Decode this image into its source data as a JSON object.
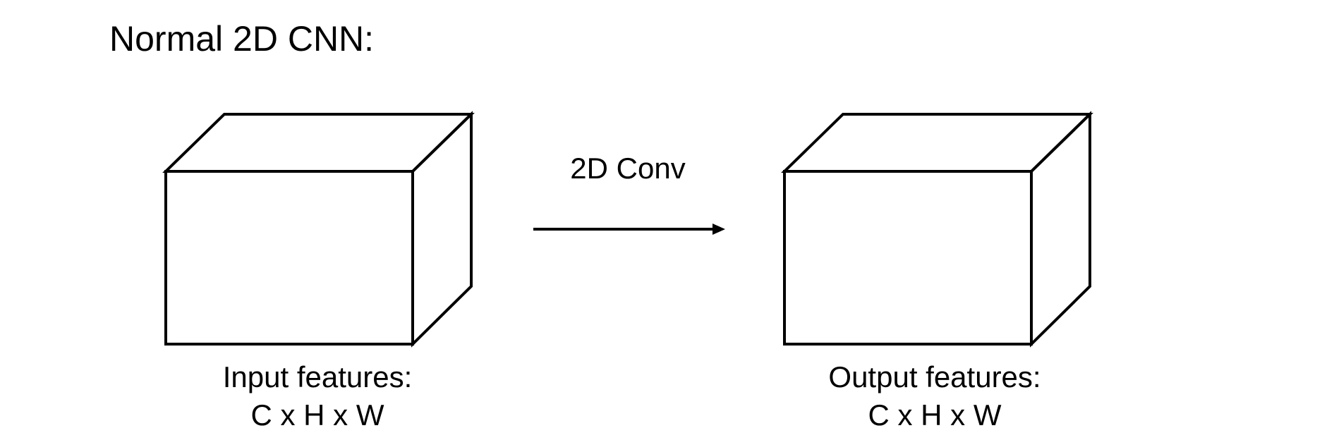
{
  "title": "Normal 2D CNN:",
  "arrow": {
    "label": "2D Conv",
    "direction": "right"
  },
  "nodes": {
    "input": {
      "line1": "Input features:",
      "line2": "C x H x W",
      "shape": "cuboid"
    },
    "output": {
      "line1": "Output features:",
      "line2": "C x H x W",
      "shape": "cuboid"
    }
  },
  "colors": {
    "stroke": "#000000",
    "background": "#ffffff"
  }
}
